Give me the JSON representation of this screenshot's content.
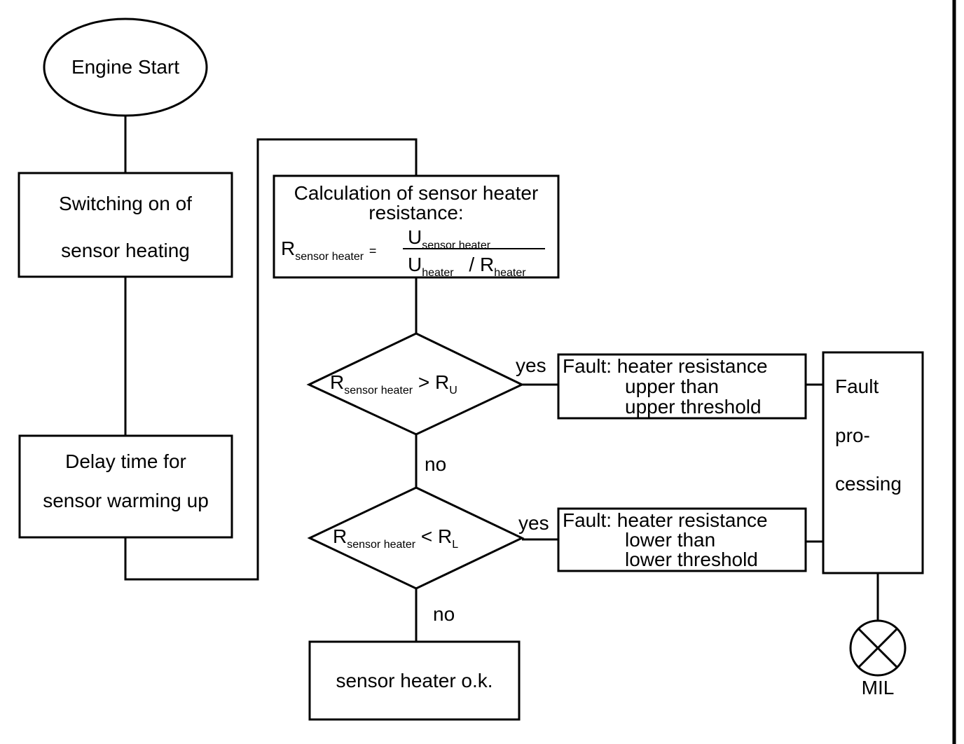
{
  "nodes": {
    "start": {
      "label": "Engine Start"
    },
    "heating": {
      "line1": "Switching on of",
      "line2": "sensor heating"
    },
    "delay": {
      "line1": "Delay time for",
      "line2": "sensor warming up"
    },
    "calc": {
      "line1": "Calculation of sensor heater",
      "line2": "resistance:",
      "lhs_sym": "R",
      "lhs_sub": "sensor heater",
      "eq": "=",
      "num_sym": "U",
      "num_sub": "sensor heater",
      "den1_sym": "U",
      "den1_sub": "heater",
      "den_sep": "/",
      "den2_sym": "R",
      "den2_sub": "heater"
    },
    "check_upper": {
      "sym": "R",
      "sub": "sensor heater",
      "op": "> R",
      "op_sub": "U"
    },
    "check_lower": {
      "sym": "R",
      "sub": "sensor heater",
      "op": "< R",
      "op_sub": "L"
    },
    "fault_upper": {
      "line1": "Fault: heater resistance",
      "line2": "upper than",
      "line3": "upper threshold"
    },
    "fault_lower": {
      "line1": "Fault: heater resistance",
      "line2": "lower than",
      "line3": "lower threshold"
    },
    "fault_processing": {
      "line1": "Fault",
      "line2": "pro-",
      "line3": "cessing"
    },
    "ok": {
      "label": "sensor heater o.k."
    },
    "mil": {
      "label": "MIL"
    }
  },
  "edge_labels": {
    "yes_upper": "yes",
    "no_upper": "no",
    "yes_lower": "yes",
    "no_lower": "no"
  }
}
